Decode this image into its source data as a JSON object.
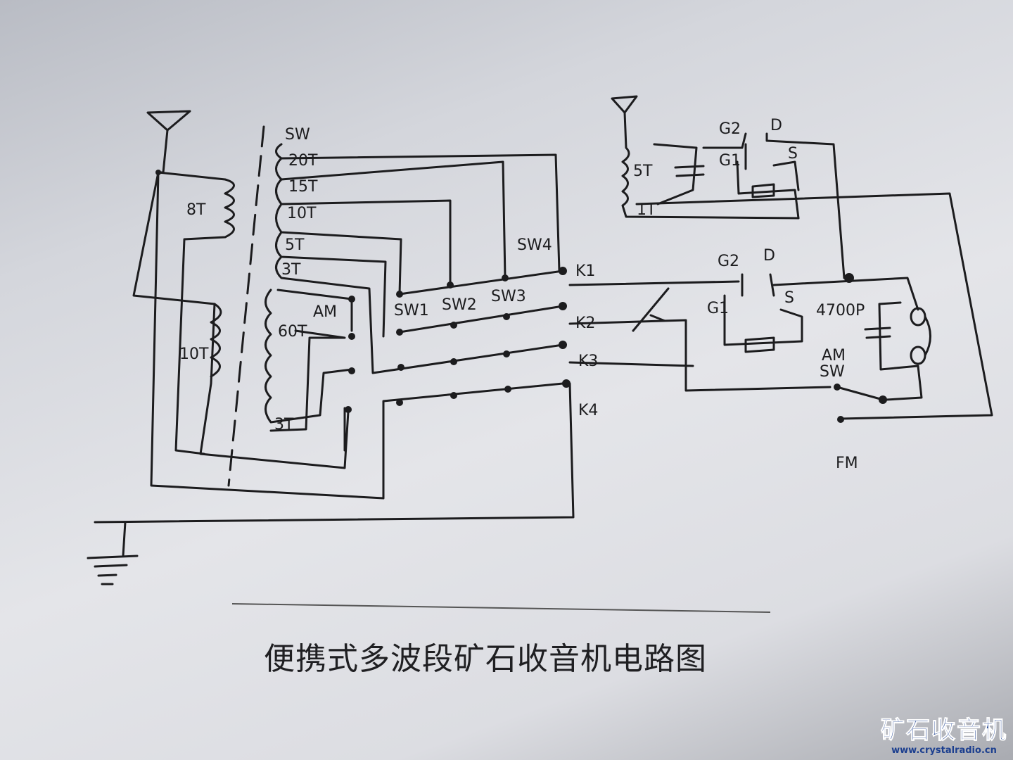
{
  "title": "便携式多波段矿石收音机电路图",
  "labels": {
    "sw": "SW",
    "t20": "20T",
    "t15": "15T",
    "t10": "10T",
    "t5": "5T",
    "t3": "3T",
    "am": "AM",
    "t60": "60T",
    "t3b": "3T",
    "t8": "8T",
    "t10b": "10T",
    "sw1": "SW1",
    "sw2": "SW2",
    "sw3": "SW3",
    "sw4": "SW4",
    "k1": "K1",
    "k2": "K2",
    "k3": "K3",
    "k4": "K4",
    "g2a": "G2",
    "d1": "D",
    "g1a": "G1",
    "s1": "S",
    "t5b": "5T",
    "t1": "1T",
    "g2b": "G2",
    "d2": "D",
    "g1b": "G1",
    "s2": "S",
    "c4700": "4700P",
    "am_sw": "AM",
    "sw_sw": "SW",
    "fm": "FM"
  },
  "watermark": {
    "name": "矿石收音机",
    "url": "www.crystalradio.cn"
  }
}
